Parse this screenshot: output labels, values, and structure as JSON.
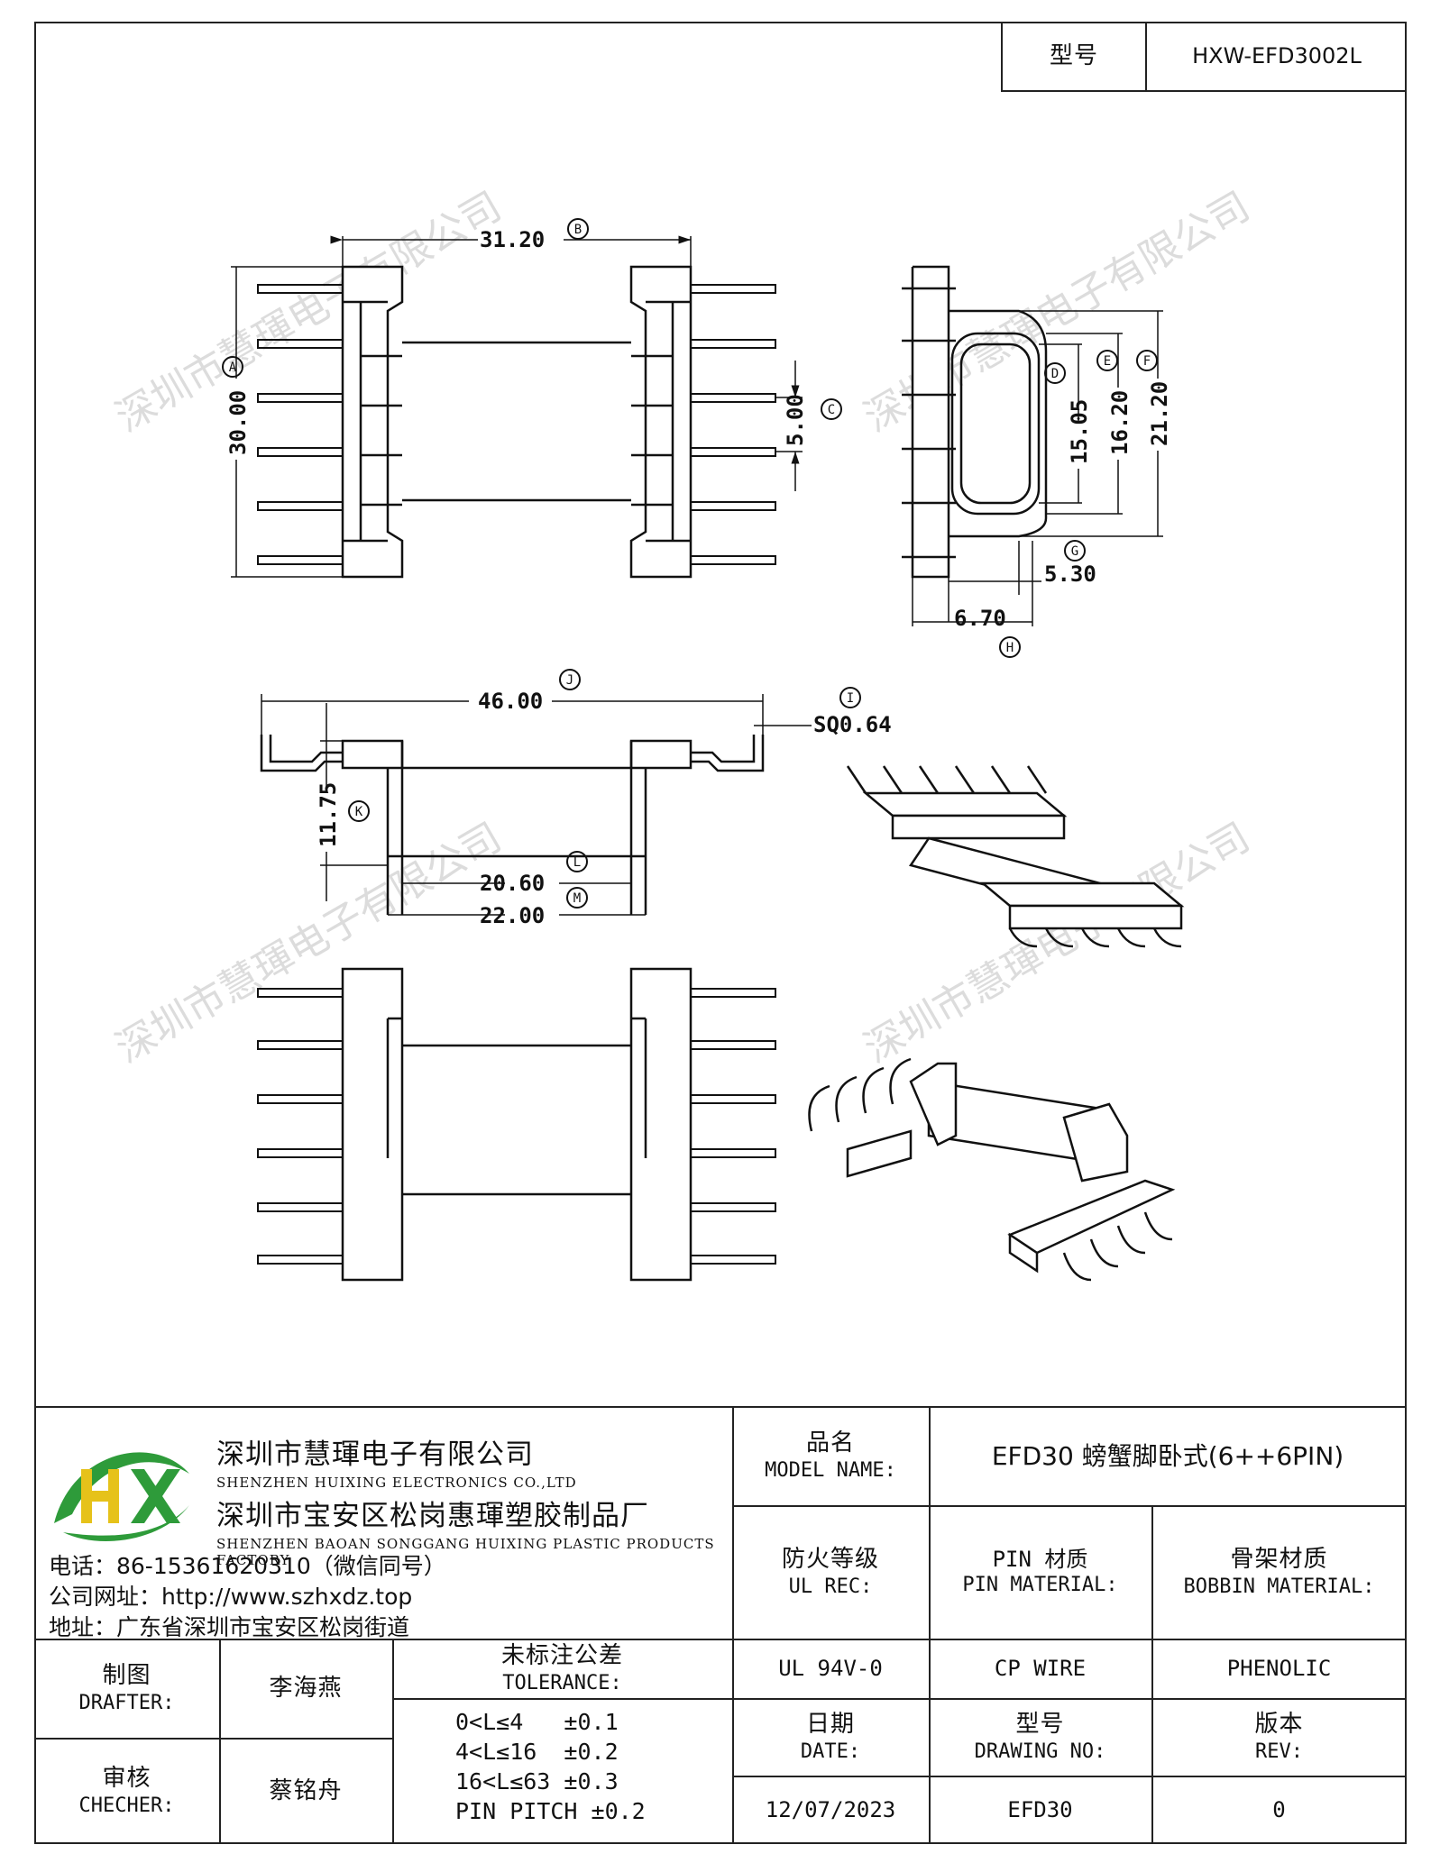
{
  "header": {
    "model_label": "型号",
    "model_value": "HXW-EFD3002L"
  },
  "watermark": "深圳市慧琿电子有限公司",
  "dimensions": {
    "A": "30.00",
    "B": "31.20",
    "C": "5.00",
    "D": "15.05",
    "E": "16.20",
    "F": "21.20",
    "G": "5.30",
    "H": "6.70",
    "I": "SQ0.64",
    "J": "46.00",
    "K": "11.75",
    "L": "20.60",
    "M": "22.00",
    "markers": {
      "A": "A",
      "B": "B",
      "C": "C",
      "D": "D",
      "E": "E",
      "F": "F",
      "G": "G",
      "H": "H",
      "I": "I",
      "J": "J",
      "K": "K",
      "L": "L",
      "M": "M"
    }
  },
  "company": {
    "name_cn": "深圳市慧琿电子有限公司",
    "name_en": "SHENZHEN HUIXING ELECTRONICS CO.,LTD",
    "factory_cn": "深圳市宝安区松岗惠琿塑胶制品厂",
    "factory_en": "SHENZHEN BAOAN SONGGANG HUIXING PLASTIC PRODUCTS FACTORY",
    "phone": "电话：86-15361620310（微信同号）",
    "website": "公司网址：http://www.szhxdz.top",
    "address": "地址：广东省深圳市宝安区松岗街道",
    "logo": {
      "letters": "HX",
      "green": "#2e9b3a",
      "yellow": "#e6c21a"
    }
  },
  "table": {
    "model_name_cn": "品名",
    "model_name_en": "MODEL NAME:",
    "model_name_value": "EFD30 螃蟹脚卧式(6++6PIN)",
    "ul_cn": "防火等级",
    "ul_en": "UL REC:",
    "pin_cn": "PIN 材质",
    "pin_en": "PIN MATERIAL:",
    "bobbin_cn": "骨架材质",
    "bobbin_en": "BOBBIN MATERIAL:",
    "ul_value": "UL 94V-0",
    "pin_value": "CP WIRE",
    "bobbin_value": "PHENOLIC",
    "drafter_cn": "制图",
    "drafter_en": "DRAFTER:",
    "drafter_name": "李海燕",
    "tolerance_cn": "未标注公差",
    "tolerance_en": "TOLERANCE:",
    "tolerances": [
      "0<L≤4   ±0.1",
      "4<L≤16  ±0.2",
      "16<L≤63 ±0.3",
      "PIN PITCH ±0.2"
    ],
    "checker_cn": "审核",
    "checker_en": "CHECHER:",
    "checker_name": "蔡铭舟",
    "date_cn": "日期",
    "date_en": "DATE:",
    "date_value": "12/07/2023",
    "drawing_cn": "型号",
    "drawing_en": "DRAWING NO:",
    "drawing_value": "EFD30",
    "rev_cn": "版本",
    "rev_en": "REV:",
    "rev_value": "0"
  }
}
